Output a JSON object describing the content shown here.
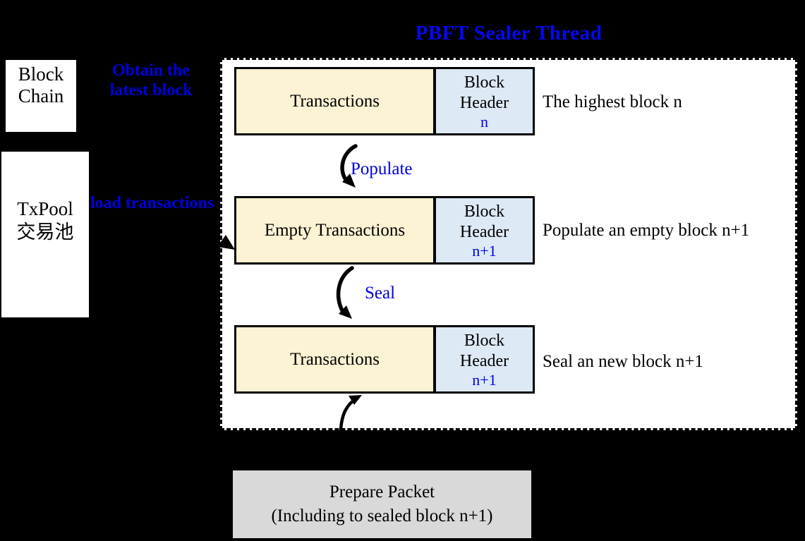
{
  "title": "PBFT Sealer Thread",
  "left_panel": {
    "blockchain": {
      "line1": "Block",
      "line2": "Chain"
    },
    "txpool": {
      "line1": "TxPool",
      "line2": "交易池"
    }
  },
  "annotations": {
    "obtain_line1": "Obtain the",
    "obtain_line2": "latest block",
    "load": "load transactions",
    "populate": "Populate",
    "seal": "Seal"
  },
  "rows": [
    {
      "body": "Transactions",
      "header_top": "Block",
      "header_mid": "Header",
      "header_num": "n",
      "caption": "The highest block n"
    },
    {
      "body": "Empty Transactions",
      "header_top": "Block",
      "header_mid": "Header",
      "header_num": "n+1",
      "caption": "Populate an empty block n+1"
    },
    {
      "body": "Transactions",
      "header_top": "Block",
      "header_mid": "Header",
      "header_num": "n+1",
      "caption": "Seal an new block n+1"
    }
  ],
  "packet": {
    "line1": "Prepare Packet",
    "line2": "(Including to sealed block n+1)"
  },
  "colors": {
    "background": "#000000",
    "canvas": "#ffffff",
    "transactions_fill": "#fcf2d4",
    "header_fill": "#dde9f5",
    "packet_fill": "#d9d9d9",
    "accent_blue": "#0000ee",
    "title_blue": "#0707f2",
    "text_black": "#000000"
  }
}
